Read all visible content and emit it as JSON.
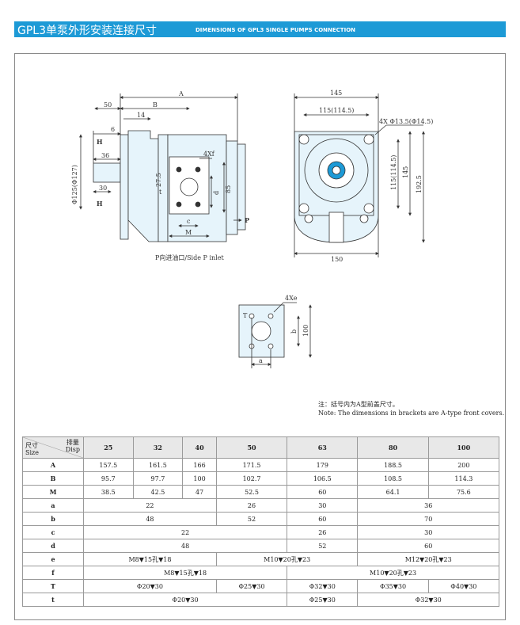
{
  "header": {
    "title_cn": "GPL3单泵外形安装连接尺寸",
    "title_en": "DIMENSIONS OF GPL3 SINGLE PUMPS CONNECTION"
  },
  "side_view": {
    "caption": "P向进油口/Side P inlet",
    "labels": {
      "A": "A",
      "B": "B",
      "d50": "50",
      "d14": "14",
      "d6": "6",
      "d36": "36",
      "d30": "30",
      "dia": "Φ125(Φ127)",
      "H1": "H",
      "H2": "H",
      "hole": "4Xf",
      "d275": "27.5",
      "t": "t",
      "c": "c",
      "M": "M",
      "d": "d",
      "d85": "85",
      "P": "P"
    }
  },
  "front_view": {
    "labels": {
      "d145top": "145",
      "d115": "115(114.5)",
      "holes": "4X Φ13.5(Φ14.5)",
      "d115v": "115(114.5)",
      "d145v": "145",
      "d1925": "192.5",
      "d150": "150"
    }
  },
  "port_view": {
    "labels": {
      "holes": "4Xe",
      "T": "T",
      "b": "b",
      "d100": "100",
      "a": "a"
    }
  },
  "note": {
    "cn": "注：括号内为A型前盖尺寸。",
    "en": "Note: The dimensions in brackets are A-type front covers."
  },
  "table": {
    "header": {
      "disp_label": "排量\nDisp",
      "size_label": "尺寸\nSize"
    },
    "columns": [
      "25",
      "32",
      "40",
      "50",
      "63",
      "80",
      "100"
    ],
    "rows": {
      "A": [
        "157.5",
        "161.5",
        "166",
        "171.5",
        "179",
        "188.5",
        "200"
      ],
      "B": [
        "95.7",
        "97.7",
        "100",
        "102.7",
        "106.5",
        "108.5",
        "114.3"
      ],
      "M": [
        "38.5",
        "42.5",
        "47",
        "52.5",
        "60",
        "64.1",
        "75.6"
      ],
      "a": [
        "22",
        "26",
        "30",
        "36"
      ],
      "b": [
        "48",
        "52",
        "60",
        "70"
      ],
      "c": [
        "22",
        "26",
        "30"
      ],
      "d": [
        "48",
        "52",
        "60"
      ],
      "e": [
        "M8▼15孔▼18",
        "M10▼20孔▼23",
        "M12▼20孔▼23"
      ],
      "f": [
        "M8▼15孔▼18",
        "M10▼20孔▼23"
      ],
      "T": [
        "Φ20▼30",
        "Φ25▼30",
        "Φ32▼30",
        "Φ35▼30",
        "Φ40▼30"
      ],
      "t": [
        "Φ20▼30",
        "Φ25▼30",
        "Φ32▼30"
      ]
    }
  }
}
